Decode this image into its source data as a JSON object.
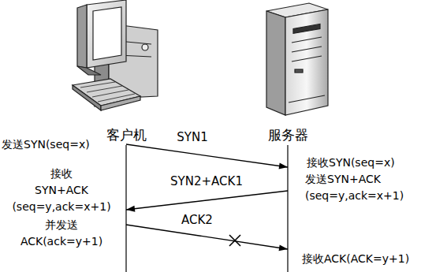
{
  "diagram": {
    "nodes": [
      {
        "text": [
          "客户机"
        ]
      },
      {
        "text": [
          "服务器"
        ]
      }
    ],
    "edges": [
      {
        "from": 0,
        "to": 1,
        "arrow": "to",
        "label": "SYN1"
      },
      {
        "from": 1,
        "to": 0,
        "arrow": "to",
        "label": "SYN2+ACK1"
      },
      {
        "from": 0,
        "to": 1,
        "arrow": "to",
        "label": "ACK2"
      }
    ],
    "labels": [
      "发送SYN(seq=x)",
      "接收",
      "SYN+ACK",
      "(seq=y,ack=x+1)",
      "并发送",
      "ACK(ack=y+1)",
      "接收SYN(seq=x)",
      "发送SYN+ACK",
      "(seq=y,ack=x+1)",
      "接收ACK(ACK=y+1)"
    ]
  }
}
